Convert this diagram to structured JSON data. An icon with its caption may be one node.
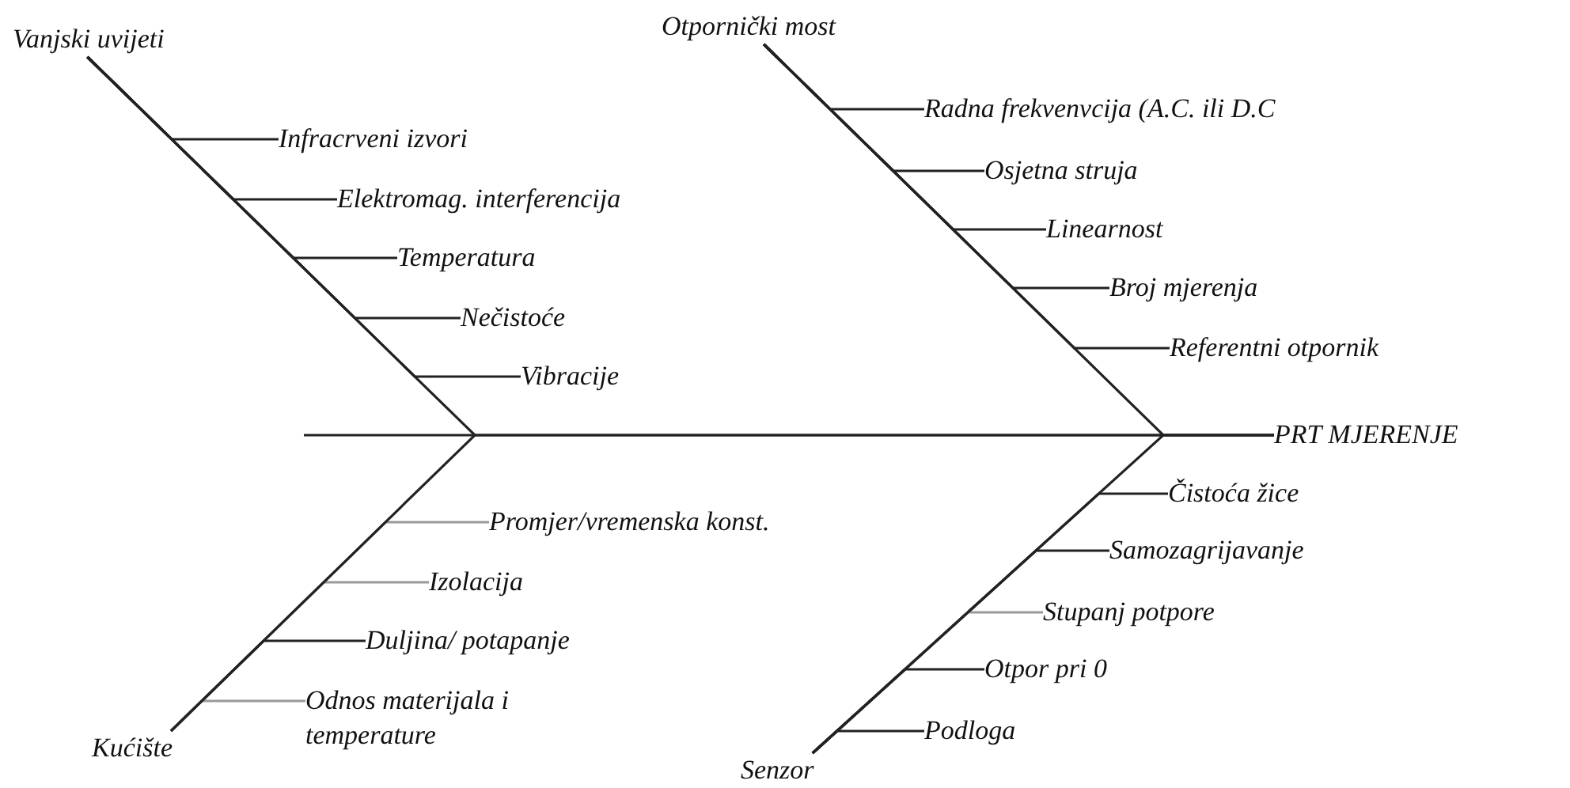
{
  "diagram": {
    "nodes": [
      {
        "text": [
          "Vanjski uvijeti"
        ]
      },
      {
        "text": [
          "Otpornički most"
        ]
      },
      {
        "text": [
          "Infracrveni izvori"
        ]
      },
      {
        "text": [
          "Elektromag. interferencija"
        ]
      },
      {
        "text": [
          "Temperatura"
        ]
      },
      {
        "text": [
          "Nečistoće"
        ]
      },
      {
        "text": [
          "Vibracije"
        ]
      },
      {
        "text": [
          "Radna frekvenvcija (A.C. ili D.C"
        ]
      },
      {
        "text": [
          "Osjetna struja"
        ]
      },
      {
        "text": [
          "Linearnost"
        ]
      },
      {
        "text": [
          "Broj mjerenja"
        ]
      },
      {
        "text": [
          "Referentni otpornik"
        ]
      },
      {
        "text": [
          "PRT MJERENJE"
        ]
      },
      {
        "text": [
          "Promjer/vremenska konst."
        ]
      },
      {
        "text": [
          "Izolacija"
        ]
      },
      {
        "text": [
          "Duljina/ potapanje"
        ]
      },
      {
        "text": [
          "Odnos materijala i temperature"
        ]
      },
      {
        "text": [
          "Čistoća žice"
        ]
      },
      {
        "text": [
          "Samozagrijavanje"
        ]
      },
      {
        "text": [
          "Stupanj potpore"
        ]
      },
      {
        "text": [
          "Otpor pri 0"
        ]
      },
      {
        "text": [
          "Podloga"
        ]
      },
      {
        "text": [
          "Kućište"
        ]
      },
      {
        "text": [
          "Senzor"
        ]
      }
    ],
    "edges": [
      {
        "from": 2,
        "to": 0,
        "arrow": "none"
      },
      {
        "from": 3,
        "to": 0,
        "arrow": "none"
      },
      {
        "from": 4,
        "to": 0,
        "arrow": "none"
      },
      {
        "from": 5,
        "to": 0,
        "arrow": "none"
      },
      {
        "from": 6,
        "to": 0,
        "arrow": "none"
      },
      {
        "from": 7,
        "to": 1,
        "arrow": "none"
      },
      {
        "from": 8,
        "to": 1,
        "arrow": "none"
      },
      {
        "from": 9,
        "to": 1,
        "arrow": "none"
      },
      {
        "from": 10,
        "to": 1,
        "arrow": "none"
      },
      {
        "from": 11,
        "to": 1,
        "arrow": "none"
      },
      {
        "from": 13,
        "to": 22,
        "arrow": "none",
        "color": "#999999"
      },
      {
        "from": 14,
        "to": 22,
        "arrow": "none",
        "color": "#999999"
      },
      {
        "from": 15,
        "to": 22,
        "arrow": "none"
      },
      {
        "from": 16,
        "to": 22,
        "arrow": "none",
        "color": "#999999"
      },
      {
        "from": 17,
        "to": 23,
        "arrow": "none"
      },
      {
        "from": 18,
        "to": 23,
        "arrow": "none"
      },
      {
        "from": 19,
        "to": 23,
        "arrow": "none",
        "color": "#999999"
      },
      {
        "from": 20,
        "to": 23,
        "arrow": "none"
      },
      {
        "from": 21,
        "to": 23,
        "arrow": "none"
      },
      {
        "from": 0,
        "to": 12,
        "arrow": "none"
      },
      {
        "from": 1,
        "to": 12,
        "arrow": "none"
      },
      {
        "from": 22,
        "to": 12,
        "arrow": "none"
      },
      {
        "from": 23,
        "to": 12,
        "arrow": "none"
      }
    ]
  }
}
